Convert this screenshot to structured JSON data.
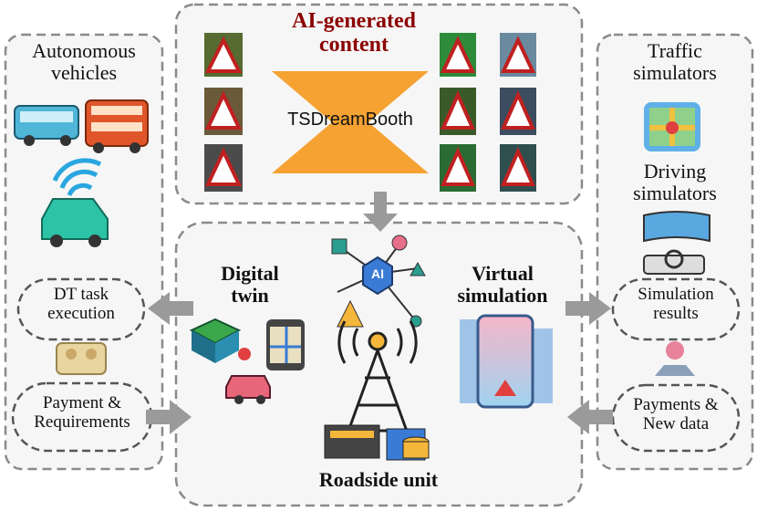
{
  "left_panel": {
    "title": "Autonomous\nvehicles",
    "task_node": "DT task\nexecution",
    "payment_node": "Payment &\nRequirements"
  },
  "top_panel": {
    "title": "AI-generated\ncontent",
    "model": "TSDreamBooth"
  },
  "right_panel": {
    "traffic": "Traffic\nsimulators",
    "driving": "Driving\nsimulators",
    "results_node": "Simulation\nresults",
    "payments_node": "Payments &\nNew data"
  },
  "center_panel": {
    "digital_twin": "Digital\ntwin",
    "virtual_sim": "Virtual\nsimulation",
    "rsu": "Roadside unit",
    "ai_badge": "AI"
  },
  "colors": {
    "panel_border": "#8a8a8a",
    "panel_fill": "#f6f6f6",
    "arrow": "#9a9a9a",
    "accent_title": "#8b0000",
    "bowtie": "#f5a233"
  },
  "icons": {
    "bus": "bus-icon",
    "double_decker": "double-decker-bus-icon",
    "car": "connected-car-icon",
    "tower": "antenna-tower-icon",
    "ai_chip": "ai-chip-icon"
  }
}
